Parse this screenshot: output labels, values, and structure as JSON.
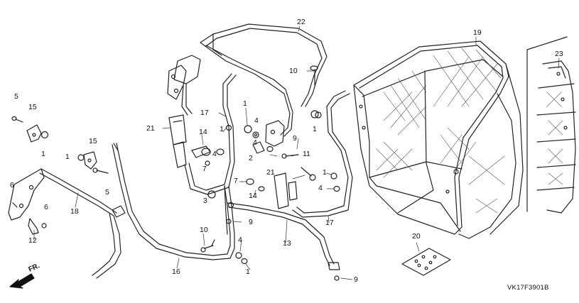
{
  "diagram": {
    "drawing_code": "VK17F3901B",
    "front_marker": "FR.",
    "callouts": {
      "c1": "1",
      "c2": "1",
      "c3": "1",
      "c4": "1",
      "c5": "1",
      "c6": "1",
      "c7": "1",
      "c8": "1",
      "c2_part": "2",
      "c3_part": "3",
      "c4a": "4",
      "c4b": "4",
      "c4c": "4",
      "c4d": "4",
      "c5a": "5",
      "c5b": "5",
      "c6a": "6",
      "c6b": "6",
      "c7a": "7",
      "c7b": "7",
      "c9a": "9",
      "c9b": "9",
      "c9c": "9",
      "c10a": "10",
      "c10b": "10",
      "c11": "11",
      "c12": "12",
      "c13": "13",
      "c14a": "14",
      "c14b": "14",
      "c15a": "15",
      "c15b": "15",
      "c16": "16",
      "c17a": "17",
      "c17b": "17",
      "c18": "18",
      "c19": "19",
      "c20": "20",
      "c21a": "21",
      "c21b": "21",
      "c22": "22",
      "c23": "23"
    }
  }
}
